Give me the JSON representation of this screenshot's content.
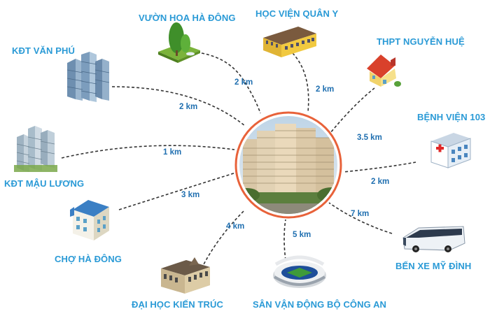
{
  "center": {
    "name": "project-building"
  },
  "locations": [
    {
      "id": "vuon-hoa-ha-dong",
      "name": "VƯỜN HOA HÀ ĐÔNG",
      "distance": "2 km",
      "icon": "park-tree-icon"
    },
    {
      "id": "hoc-vien-quan-y",
      "name": "HỌC VIỆN QUÂN Y",
      "distance": "2 km",
      "icon": "academy-building-icon"
    },
    {
      "id": "thpt-nguyen-hue",
      "name": "THPT NGUYỄN HUỆ",
      "distance": "3.5 km",
      "icon": "school-house-icon"
    },
    {
      "id": "benh-vien-103",
      "name": "BỆNH VIỆN 103",
      "distance": "2 km",
      "icon": "hospital-icon"
    },
    {
      "id": "ben-xe-my-dinh",
      "name": "BẾN XE MỸ ĐÌNH",
      "distance": "7 km",
      "icon": "bus-icon"
    },
    {
      "id": "san-van-dong",
      "name": "SÂN VẬN ĐỘNG BỘ CÔNG AN",
      "distance": "5 km",
      "icon": "stadium-icon"
    },
    {
      "id": "dai-hoc-kien-truc",
      "name": "ĐẠI HỌC KIẾN TRÚC",
      "distance": "4 km",
      "icon": "university-icon"
    },
    {
      "id": "cho-ha-dong",
      "name": "CHỢ HÀ ĐÔNG",
      "distance": "3 km",
      "icon": "market-building-icon"
    },
    {
      "id": "kdt-mau-luong",
      "name": "KĐT MẬU LƯƠNG",
      "distance": "1 km",
      "icon": "towers-icon"
    },
    {
      "id": "kdt-van-phu",
      "name": "KĐT VĂN PHÚ",
      "distance": "2 km",
      "icon": "skyscrapers-icon"
    }
  ],
  "colors": {
    "label": "#2a9ad6",
    "distance": "#1f6fb0",
    "ring": "#e8623a",
    "link": "#333333"
  }
}
